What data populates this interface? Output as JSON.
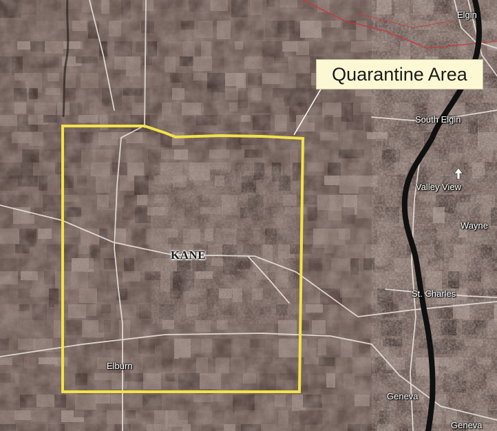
{
  "map": {
    "callout_label": "Quarantine Area",
    "county_label": "KANE",
    "places": {
      "elgin": "Elgin",
      "south_elgin": "South Elgin",
      "valley_view": "Valley View",
      "wayne": "Wayne",
      "st_charles": "St. Charles",
      "elburn": "Elburn",
      "geneva_1": "Geneva",
      "geneva_2": "Geneva"
    },
    "colors": {
      "quarantine_boundary": "#f2e24a",
      "river": "#101010",
      "roads": "#e8e2dc",
      "county_boundary": "#c43a3a",
      "callout_fill": "#fdf8d4"
    }
  }
}
